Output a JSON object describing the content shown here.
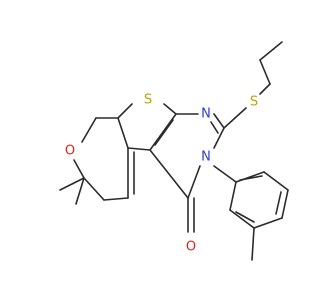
{
  "atoms": {
    "sulfur_ring": {
      "label": "S",
      "color": "#b8a400"
    },
    "sulfur_chain": {
      "label": "S",
      "color": "#b8a400"
    },
    "nitrogen_imine": {
      "label": "N",
      "color": "#2b3dd6"
    },
    "nitrogen_amide": {
      "label": "N",
      "color": "#2b3dd6"
    },
    "oxygen_ether": {
      "label": "O",
      "color": "#e0241e"
    },
    "oxygen_carbonyl": {
      "label": "O",
      "color": "#e0241e"
    }
  },
  "colors": {
    "bond": "#2b2b2b",
    "background": "#ffffff"
  }
}
